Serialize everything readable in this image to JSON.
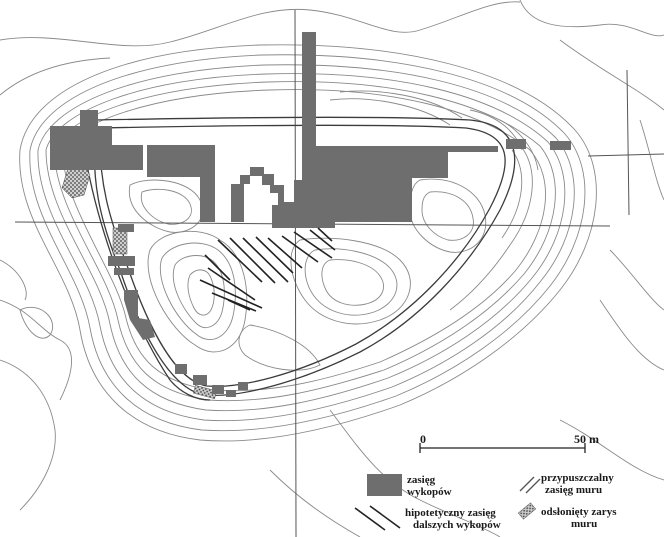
{
  "colors": {
    "background": "#ffffff",
    "excavation_fill": "#6e6e6e",
    "contour": "#8a8a8a",
    "wall": "#3c3c3c",
    "grid": "#555555"
  },
  "scale_bar": {
    "start_label": "0",
    "end_label": "50 m"
  },
  "legend": {
    "excavations": {
      "line1": "zasięg",
      "line2": "wykopów",
      "icon": "filled-rectangle"
    },
    "hypothetical": {
      "line1": "hipotetyczny zasięg",
      "line2": "dalszych wykopów",
      "icon": "diagonal-hatch"
    },
    "assumed_wall": {
      "line1": "przypuszczalny",
      "line2": "zasięg muru",
      "icon": "double-dashed-line"
    },
    "exposed_wall": {
      "line1": "odsłonięty zarys",
      "line2": "muru",
      "icon": "stippled-bar"
    }
  }
}
